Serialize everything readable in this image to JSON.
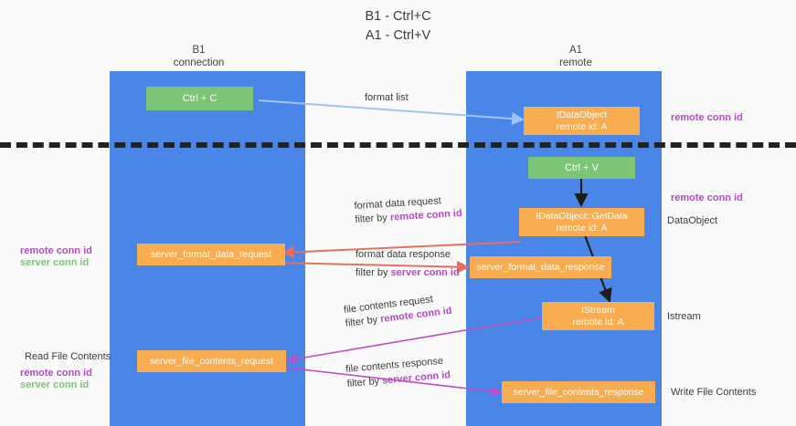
{
  "title": {
    "line1": "B1 - Ctrl+C",
    "line2": "A1 - Ctrl+V"
  },
  "columns": [
    {
      "name": "B1",
      "sub": "connection"
    },
    {
      "name": "A1",
      "sub": "remote"
    }
  ],
  "nodes": {
    "ctrl_c": {
      "label": "Ctrl + C",
      "color": "#7cc576"
    },
    "ctrl_v": {
      "label": "Ctrl + V",
      "color": "#7cc576"
    },
    "idataobject": {
      "line1": "IDataObject",
      "line2": "remote id: A",
      "color": "#f9ad50"
    },
    "getdata": {
      "line1": "IDataObject::GetData",
      "line2": "remote id: A",
      "color": "#f9ad50"
    },
    "istream": {
      "line1": "IStream",
      "line2": "remote id: A",
      "color": "#f9ad50"
    },
    "server_format_data_request": {
      "label": "server_format_data_request",
      "color": "#f9ad50"
    },
    "server_format_data_response": {
      "label": "server_format_data_response",
      "color": "#f9ad50"
    },
    "server_file_contents_request": {
      "label": "server_file_contents_request",
      "color": "#f9ad50"
    },
    "server_file_contents_response": {
      "label": "server_file_contents_response",
      "color": "#f9ad50"
    }
  },
  "edges": {
    "format_list": "format list",
    "format_data_request": "format data request",
    "format_data_request_filter_prefix": "filter by ",
    "format_data_request_filter_key": "remote conn id",
    "format_data_response": "format data response",
    "format_data_response_filter_prefix": "filter by ",
    "format_data_response_filter_key": "server conn id",
    "file_contents_request": "file contents request",
    "file_contents_request_filter_prefix": "filter by ",
    "file_contents_request_filter_key": "remote conn id",
    "file_contents_response": "file contents response",
    "file_contents_response_filter_prefix": "filter by ",
    "file_contents_response_filter_key": "server conn id"
  },
  "annotations": {
    "right_remote_conn_id_top": "remote conn id",
    "right_remote_conn_id_mid": "remote conn id",
    "right_dataobject": "DataObject",
    "right_istream": "Istream",
    "right_write_file_contents": "Write File Contents",
    "left_remote_conn_id": "remote conn id",
    "left_server_conn_id": "server conn id",
    "left_read_file_contents": "Read File Contents",
    "left_remote_conn_id_2": "remote conn id",
    "left_server_conn_id_2": "server conn id"
  },
  "colors": {
    "lane": "#4a86e8",
    "orange": "#f9ad50",
    "green": "#7cc576",
    "purple": "#b44bc4",
    "blue_arrow": "#9fc5f8",
    "red_arrow": "#e8705f",
    "magenta_arrow": "#c34bc4",
    "black_arrow": "#1c1c1c",
    "background": "#fafafa"
  }
}
